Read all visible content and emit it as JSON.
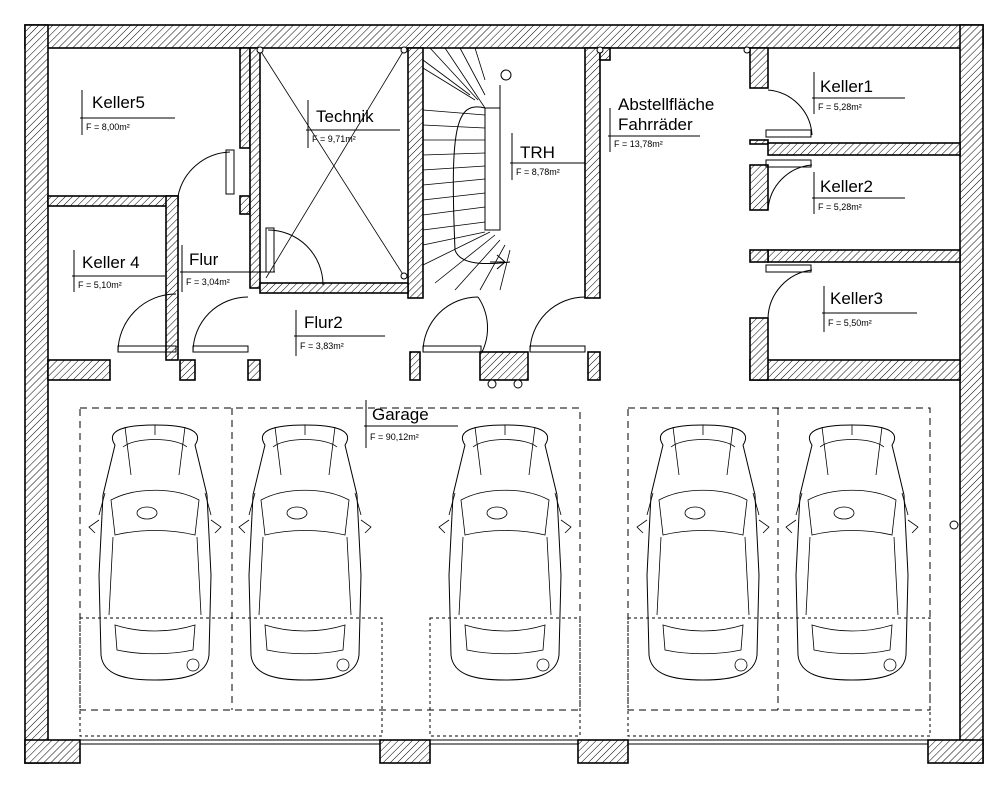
{
  "rooms": [
    {
      "id": "keller5",
      "name": "Keller5",
      "area": "F = 8,00m²"
    },
    {
      "id": "technik",
      "name": "Technik",
      "area": "F = 9,71m²"
    },
    {
      "id": "trh",
      "name": "TRH",
      "area": "F = 8,78m²"
    },
    {
      "id": "abstell",
      "name": "Abstellfläche",
      "name2": "Fahrräder",
      "area": "F = 13,78m²"
    },
    {
      "id": "keller1",
      "name": "Keller1",
      "area": "F = 5,28m²"
    },
    {
      "id": "keller2",
      "name": "Keller2",
      "area": "F = 5,28m²"
    },
    {
      "id": "keller4",
      "name": "Keller  4",
      "area": "F = 5,10m²"
    },
    {
      "id": "flur",
      "name": "Flur",
      "area": "F = 3,04m²"
    },
    {
      "id": "flur2",
      "name": "Flur2",
      "area": "F = 3,83m²"
    },
    {
      "id": "keller3",
      "name": "Keller3",
      "area": "F = 5,50m²"
    },
    {
      "id": "garage",
      "name": "Garage",
      "area": "F = 90,12m²"
    }
  ],
  "garage": {
    "parking_spaces": 5,
    "cars": 5
  }
}
